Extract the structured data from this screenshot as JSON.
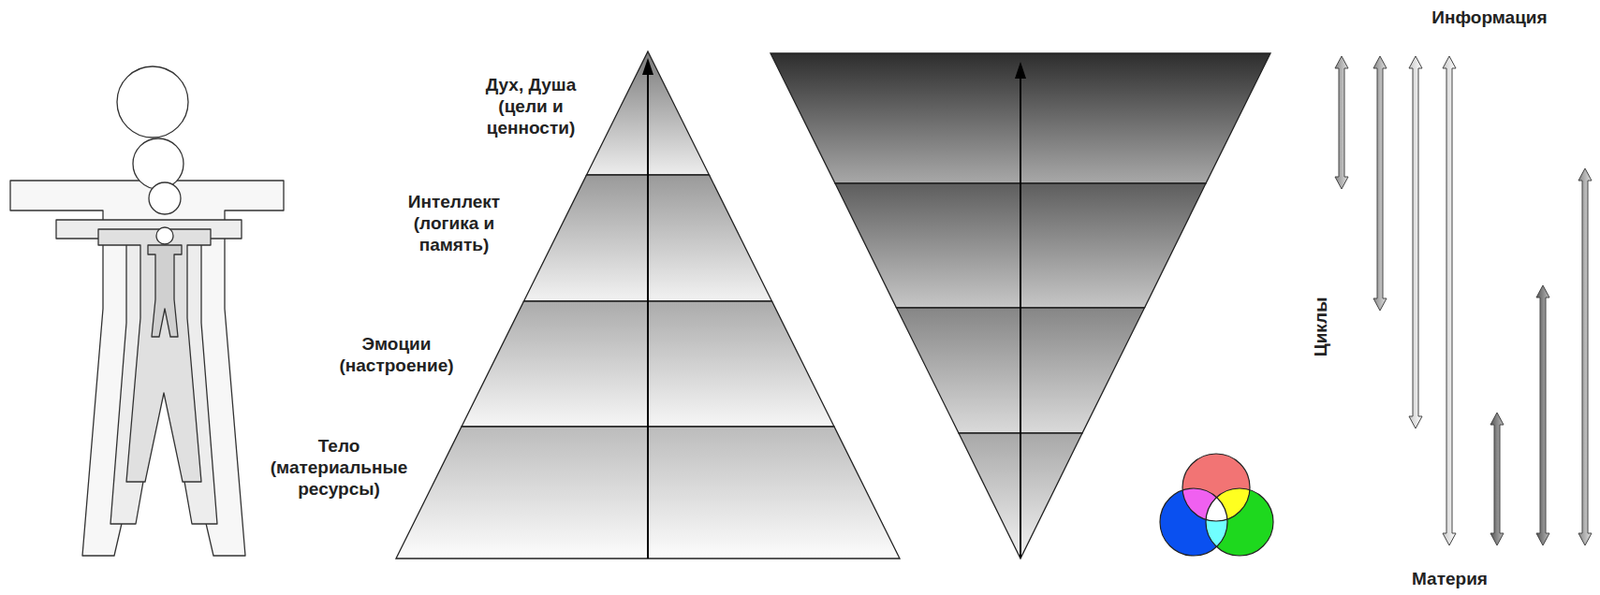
{
  "diagram": {
    "labels": [
      "Дух, Душа (цели и ценности)",
      "Интеллект (логика и память)",
      "Эмоции (настроение)",
      "Тело (материальные ресурсы)",
      "Информация",
      "Циклы",
      "Материя"
    ]
  }
}
